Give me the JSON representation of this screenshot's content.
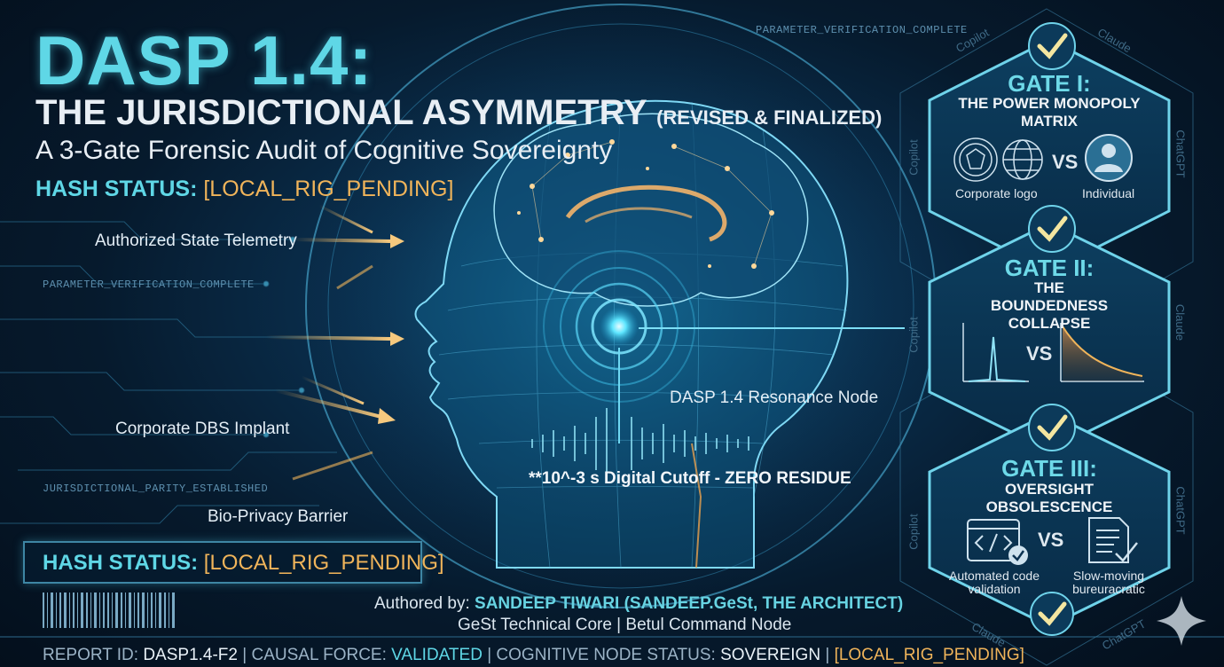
{
  "header": {
    "title": "DASP 1.4:",
    "subtitle": "THE JURISDICTIONAL ASYMMETRY",
    "subtitle_note": "(REVISED & FINALIZED)",
    "tagline": "A 3-Gate Forensic Audit of Cognitive Sovereignty",
    "hash_label": "HASH STATUS:",
    "hash_value": "[LOCAL_RIG_PENDING]"
  },
  "labels": {
    "telemetry": "Authorized State Telemetry",
    "dbs_implant": "Corporate DBS Implant",
    "bio_privacy": "Bio-Privacy Barrier",
    "resonance_node": "DASP 1.4 Resonance Node",
    "cutoff": "**10^-3 s Digital Cutoff - ZERO RESIDUE",
    "param_top": "PARAMETER_VERIFICATION_COMPLETE",
    "param_left": "PARAMETER_VERIFICATION_COMPLETE",
    "parity": "JURISDICTIONAL_PARITY_ESTABLISHED"
  },
  "hash_box": {
    "label": "HASH STATUS:",
    "value": "[LOCAL_RIG_PENDING]"
  },
  "author": {
    "prefix": "Authored by:",
    "name": "SANDEEP TIWARI (SANDEEP.GeSt, THE ARCHITECT)",
    "line2": "GeSt Technical Core | Betul Command Node"
  },
  "footer": {
    "report_label": "REPORT ID:",
    "report_value": "DASP1.4-F2",
    "sep": "|",
    "force_label": "CAUSAL FORCE:",
    "force_value": "VALIDATED",
    "node_label": "COGNITIVE NODE STATUS:",
    "node_value": "SOVEREIGN",
    "pending": "[LOCAL_RIG_PENDING]"
  },
  "gates": [
    {
      "title": "GATE I:",
      "subtitle": "THE POWER MONOPOLY MATRIX",
      "vs": "VS",
      "left_caption": "Corporate logo",
      "right_caption": "Individual"
    },
    {
      "title": "GATE II:",
      "subtitle": "THE BOUNDEDNESS COLLAPSE",
      "vs": "VS"
    },
    {
      "title": "GATE III:",
      "subtitle": "OVERSIGHT OBSOLESCENCE",
      "vs": "VS",
      "left_caption": "Automated code validation",
      "right_caption": "Slow-moving bureuracratic"
    }
  ],
  "watermarks": {
    "copilot": "Copilot",
    "claude": "Claude",
    "chatgpt": "ChatGPT"
  },
  "colors": {
    "accent": "#5fd7e6",
    "pending": "#f0b45a",
    "check": "#f4e6a0",
    "background": "#051423"
  },
  "icons": [
    "sparkle-icon",
    "checkmark-icon",
    "seal-icon",
    "globe-icon",
    "user-icon",
    "code-icon",
    "document-icon"
  ]
}
